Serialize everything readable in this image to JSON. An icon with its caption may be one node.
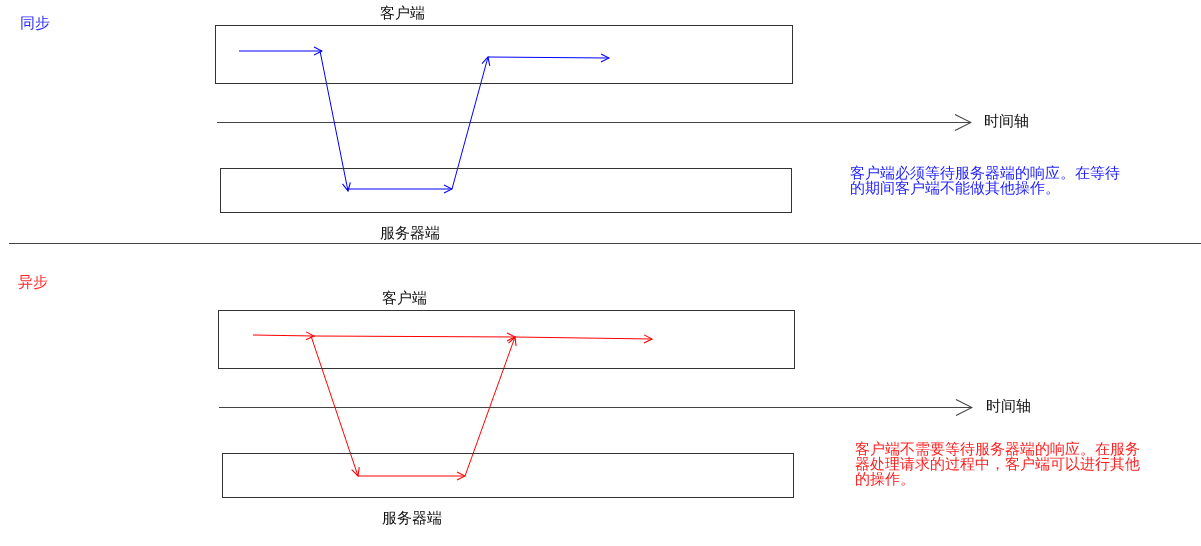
{
  "diagram": {
    "nodes": [
      {
        "text": [
          "客户端"
        ]
      },
      {
        "text": [
          "服务器端"
        ]
      },
      {
        "text": [
          "客户端"
        ]
      },
      {
        "text": [
          "服务器端"
        ]
      }
    ],
    "edges": [
      {
        "from": 0,
        "to": 1,
        "arrow": "to",
        "color": "#0000ff"
      },
      {
        "from": 1,
        "to": 0,
        "arrow": "to",
        "color": "#0000ff"
      },
      {
        "from": 2,
        "to": 3,
        "arrow": "to",
        "color": "#ff0000"
      },
      {
        "from": 3,
        "to": 2,
        "arrow": "to",
        "color": "#ff0000"
      }
    ],
    "labels": [
      "同步",
      "时间轴",
      "客户端必须等待服务器端的响应。在等待的期间客户端不能做其他操作。",
      "异步",
      "时间轴",
      "客户端不需要等待服务器端的响应。在服务器处理请求的过程中，客户端可以进行其他的操作。"
    ]
  }
}
